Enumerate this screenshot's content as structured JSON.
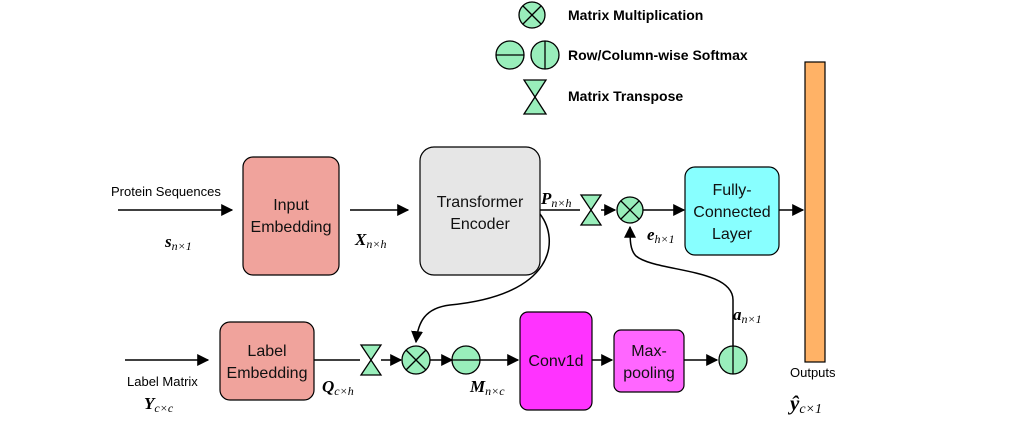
{
  "legend": {
    "matmul": "Matrix Multiplication",
    "softmax": "Row/Column-wise Softmax",
    "transpose": "Matrix Transpose"
  },
  "inputs": {
    "protein_sequences": "Protein Sequences",
    "label_matrix": "Label Matrix"
  },
  "boxes": {
    "input_embedding": [
      "Input",
      "Embedding"
    ],
    "transformer_encoder": [
      "Transformer",
      "Encoder"
    ],
    "fully_connected": [
      "Fully-",
      "Connected",
      "Layer"
    ],
    "label_embedding": [
      "Label",
      "Embedding"
    ],
    "conv1d": "Conv1d",
    "maxpooling": [
      "Max-",
      "pooling"
    ],
    "outputs": "Outputs"
  },
  "math": {
    "s": {
      "main": "s",
      "sub": "n×1"
    },
    "X": {
      "main": "X",
      "sub": "n×h"
    },
    "P": {
      "main": "P",
      "sub": "n×h"
    },
    "e": {
      "main": "e",
      "sub": "h×1"
    },
    "a": {
      "main": "a",
      "sub": "n×1"
    },
    "Y": {
      "main": "Υ",
      "sub": "c×c"
    },
    "Q": {
      "main": "Q",
      "sub": "c×h"
    },
    "M": {
      "main": "M",
      "sub": "n×c"
    },
    "y": {
      "main": "ŷ",
      "sub": "c×1"
    }
  },
  "colors": {
    "input_embedding": "#f0a39c",
    "transformer_encoder": "#e6e6e6",
    "fully_connected": "#88ffff",
    "label_embedding": "#f0a39c",
    "conv1d": "#ff33ff",
    "maxpooling": "#ff66ff",
    "outputs": "#ffb266",
    "operator": "#99eebb"
  }
}
